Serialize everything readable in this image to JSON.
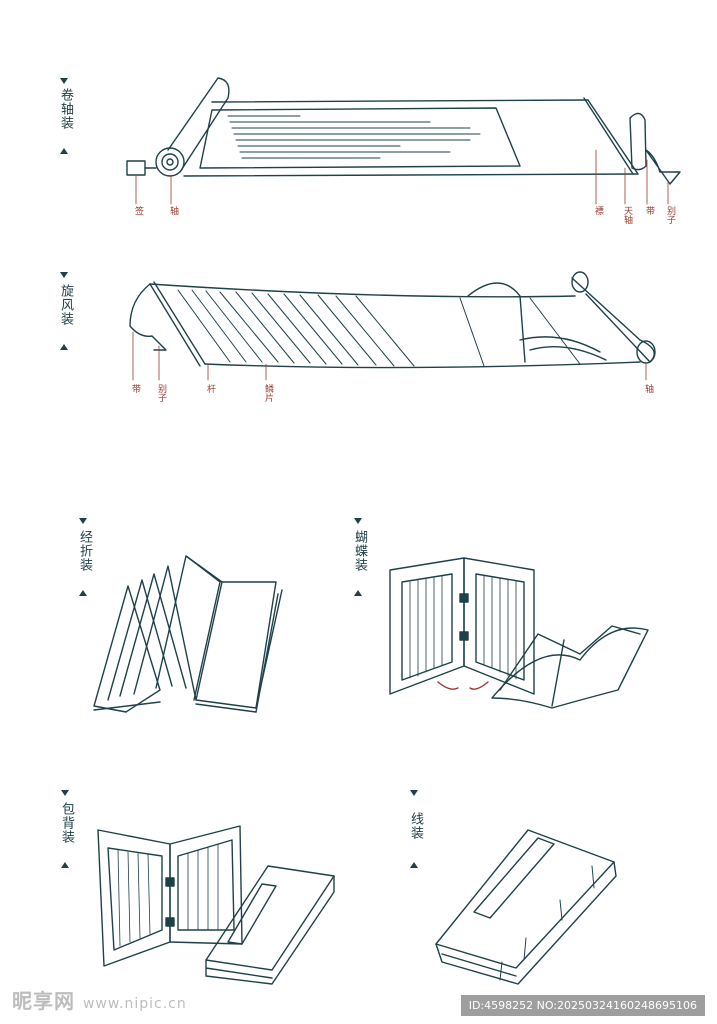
{
  "sections": {
    "scroll": {
      "title": "卷轴装",
      "labels": [
        "签",
        "轴",
        "褾",
        "天轴",
        "带",
        "别子"
      ]
    },
    "whirlwind": {
      "title": "旋风装",
      "labels": [
        "带",
        "别子",
        "杆",
        "鳞片",
        "轴"
      ]
    },
    "sutra": {
      "title": "经折装"
    },
    "butterfly": {
      "title": "蝴蝶装"
    },
    "wrapped": {
      "title": "包背装"
    },
    "thread": {
      "title": "线装"
    }
  },
  "footer": {
    "watermark": "昵享网",
    "watermark_url": "www.nipic.cn",
    "id_text": "ID:4598252 NO:20250324160248695106"
  },
  "colors": {
    "line": "#1f4149",
    "label": "#9a3b2c"
  }
}
